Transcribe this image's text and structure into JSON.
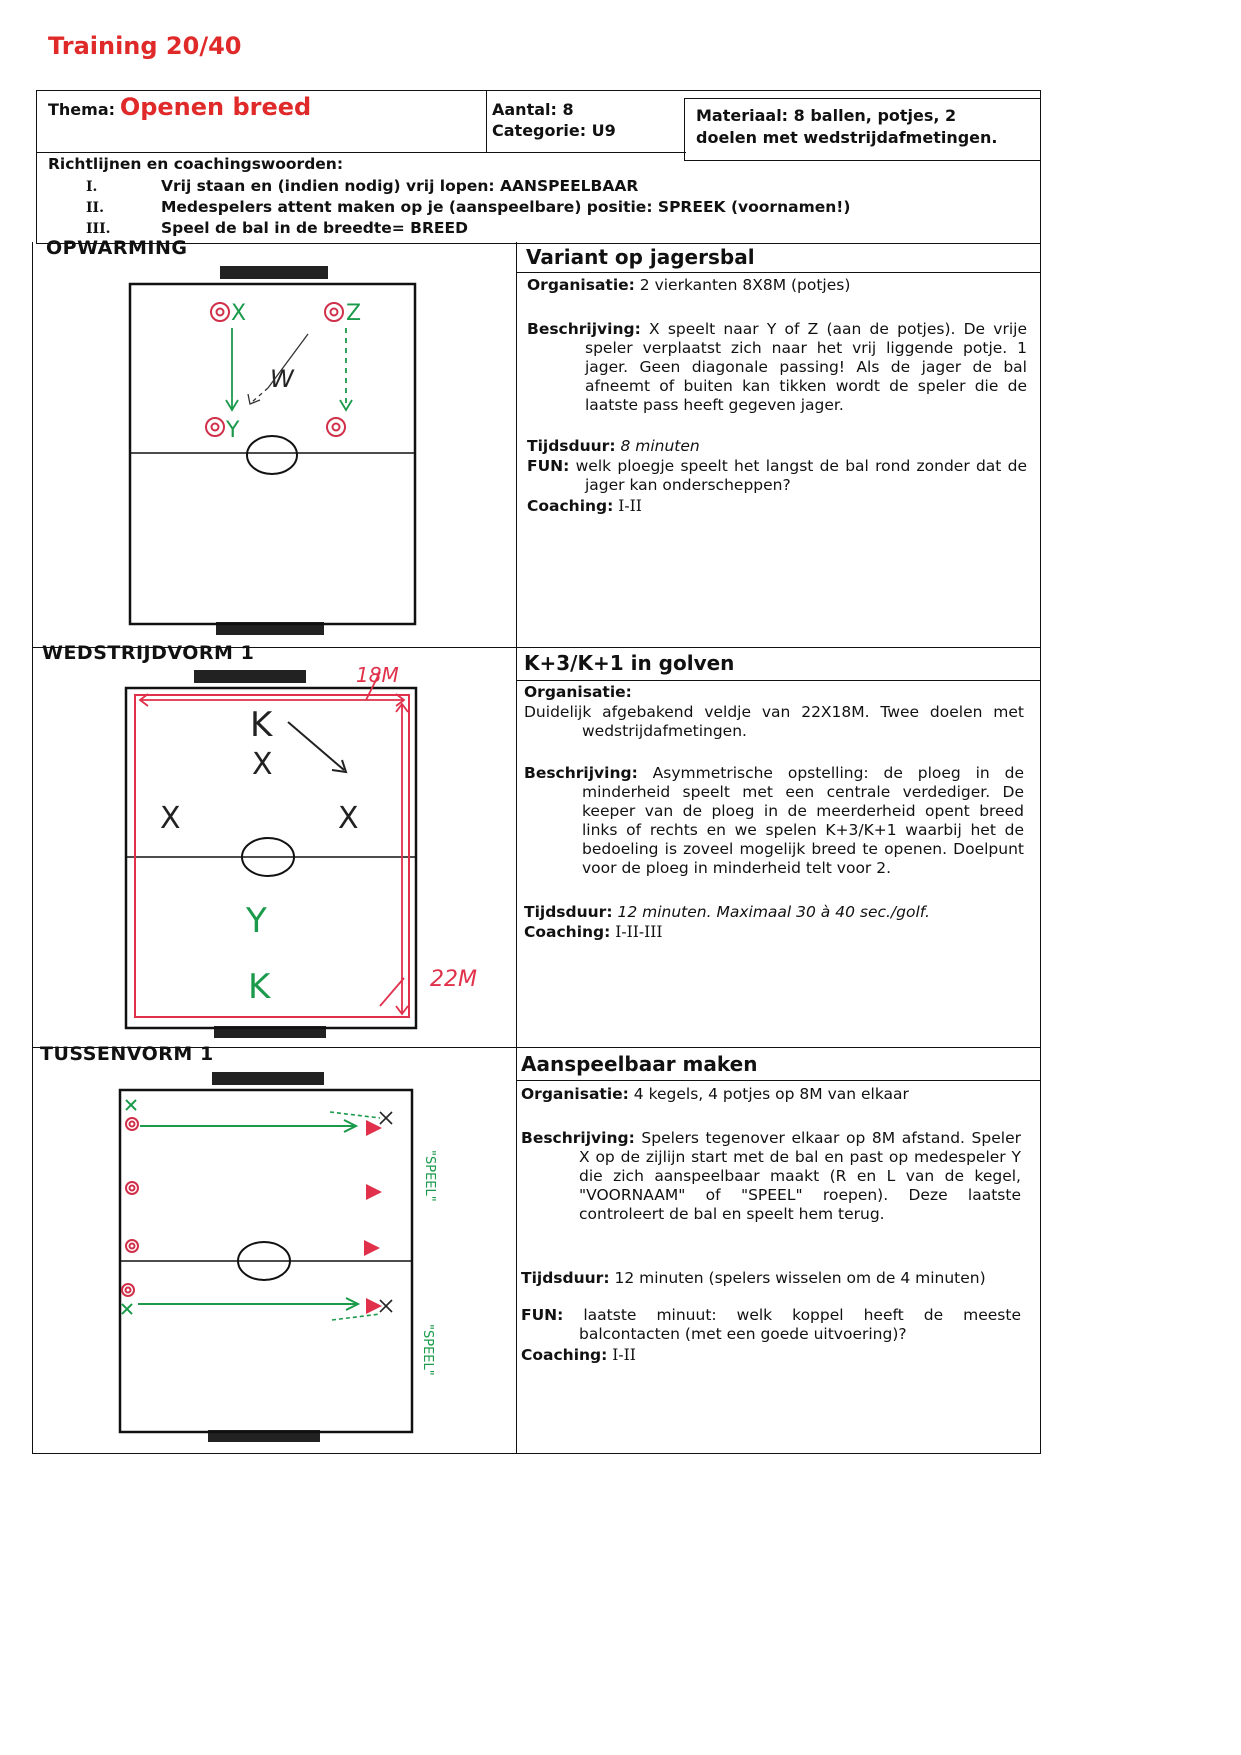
{
  "title": "Training 20/40",
  "header": {
    "thema_label": "Thema:",
    "thema_value": "Openen breed",
    "aantal": "Aantal: 8",
    "categorie": "Categorie: U9",
    "materiaal_line1": "Materiaal: 8 ballen, potjes, 2",
    "materiaal_line2": "doelen met wedstrijdafmetingen."
  },
  "guidelines": {
    "title": "Richtlijnen en coachingswoorden:",
    "items": [
      {
        "num": "I.",
        "text": "Vrij staan en (indien nodig) vrij lopen: AANSPEELBAAR"
      },
      {
        "num": "II.",
        "text": "Medespelers attent maken op je (aanspeelbare) positie: SPREEK (voornamen!)"
      },
      {
        "num": "III.",
        "text": "Speel de bal in de breedte= BREED"
      }
    ]
  },
  "sections": [
    {
      "label": "OPWARMING",
      "exercise": "Variant op jagersbal",
      "org_label": "Organisatie:",
      "org_text": "2 vierkanten 8X8M (potjes)",
      "desc_label": "Beschrijving:",
      "desc_text": "X speelt naar Y of Z (aan de potjes). De vrije speler verplaatst zich naar het vrij liggende potje. 1 jager. Geen diagonale passing! Als de jager de bal afneemt of buiten kan tikken wordt de speler die de laatste pass heeft gegeven jager.",
      "dur_label": "Tijdsduur:",
      "dur_text": "8 minuten",
      "fun_label": "FUN:",
      "fun_text": "welk ploegje speelt het langst de bal rond zonder dat de jager kan onderscheppen?",
      "coach_label": "Coaching:",
      "coach_text": "I-II",
      "diagram": {
        "x": "X",
        "z": "Z",
        "w": "W",
        "y": "Y"
      }
    },
    {
      "label": "WEDSTRIJDVORM 1",
      "exercise": "K+3/K+1 in golven",
      "org_label": "Organisatie:",
      "org_text": "Duidelijk afgebakend veldje van 22X18M. Twee doelen met wedstrijdafmetingen.",
      "desc_label": "Beschrijving:",
      "desc_text": "Asymmetrische opstelling: de ploeg in de minderheid speelt met een centrale verdediger. De keeper van de ploeg in de meerderheid opent breed links of rechts en we spelen K+3/K+1 waarbij het de bedoeling is zoveel mogelijk breed te openen. Doelpunt voor de ploeg in minderheid telt voor 2.",
      "dur_label": "Tijdsduur:",
      "dur_text": "12 minuten. Maximaal 30 à 40 sec./golf.",
      "coach_label": "Coaching:",
      "coach_text": "I-II-III",
      "diagram": {
        "k": "K",
        "x": "X",
        "y": "Y",
        "w18": "18M",
        "h22": "22M"
      }
    },
    {
      "label": "TUSSENVORM 1",
      "exercise": "Aanspeelbaar maken",
      "org_label": "Organisatie:",
      "org_text": "4 kegels, 4 potjes op 8M van elkaar",
      "desc_label": "Beschrijving:",
      "desc_text": "Spelers tegenover elkaar op 8M afstand. Speler X op de zijlijn start met de bal en past op medespeler Y die zich aanspeelbaar maakt (R en L van de kegel, \"VOORNAAM\" of \"SPEEL\" roepen). Deze laatste controleert de bal en speelt hem terug.",
      "dur_label": "Tijdsduur:",
      "dur_text": "12 minuten (spelers wisselen om de 4 minuten)",
      "fun_label": "FUN:",
      "fun_text": "laatste minuut: welk koppel heeft de meeste balcontacten (met een goede uitvoering)?",
      "coach_label": "Coaching:",
      "coach_text": "I-II",
      "diagram": {
        "speel1": "\"SPEEL\"",
        "speel2": "\"SPEEL\""
      }
    }
  ]
}
